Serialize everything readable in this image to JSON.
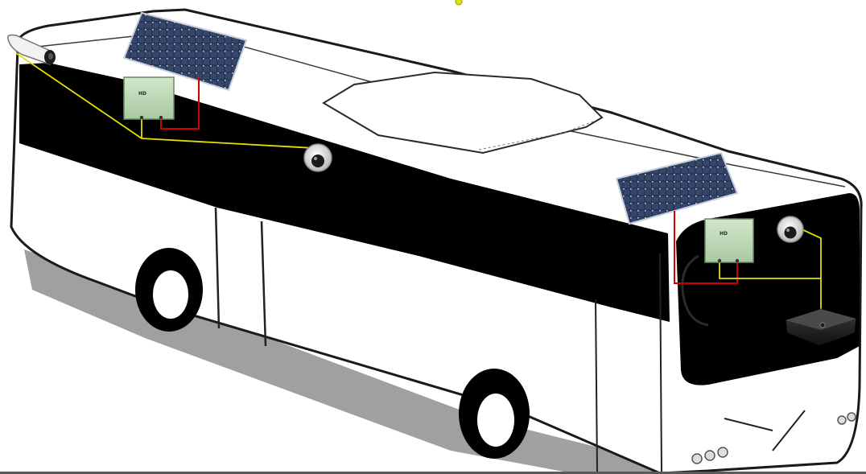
{
  "diagram": {
    "subject": "bus",
    "colors": {
      "body": "#ffffff",
      "windows": "#000000",
      "outline": "#1a1a1a",
      "shadow": "#8a8a8a",
      "solar_panel": "#2b3a55",
      "power_unit": "#bcd6b4",
      "video_wire": "#e4e000",
      "power_wire": "#d10000"
    },
    "components": {
      "solar_panels": [
        {
          "id": "roof-rear"
        },
        {
          "id": "roof-front"
        }
      ],
      "power_units": [
        {
          "id": "rear",
          "label": "HD"
        },
        {
          "id": "front",
          "label": "HD"
        }
      ],
      "cameras": [
        {
          "id": "rear-bullet",
          "kind": "bullet-icon"
        },
        {
          "id": "middle-dome",
          "kind": "dome-icon"
        },
        {
          "id": "front-dome",
          "kind": "dome-icon"
        }
      ],
      "recorder": {
        "kind": "mobile-dvr-icon"
      }
    }
  }
}
